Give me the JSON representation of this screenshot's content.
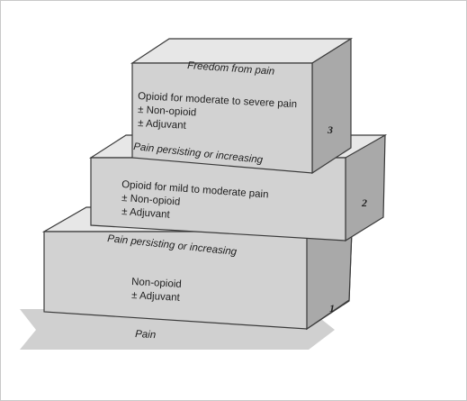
{
  "steps": [
    {
      "number": "1",
      "lines": [
        "Non-opioid",
        "± Adjuvant"
      ]
    },
    {
      "number": "2",
      "lines": [
        "Opioid for mild to moderate pain",
        "± Non-opioid",
        "± Adjuvant"
      ]
    },
    {
      "number": "3",
      "lines": [
        "Opioid for moderate to severe pain",
        "± Non-opioid",
        "± Adjuvant"
      ]
    }
  ],
  "labels": {
    "bottom": "Pain",
    "between_1_2": "Pain persisting or increasing",
    "between_2_3": "Pain persisting or increasing",
    "top": "Freedom from pain"
  }
}
